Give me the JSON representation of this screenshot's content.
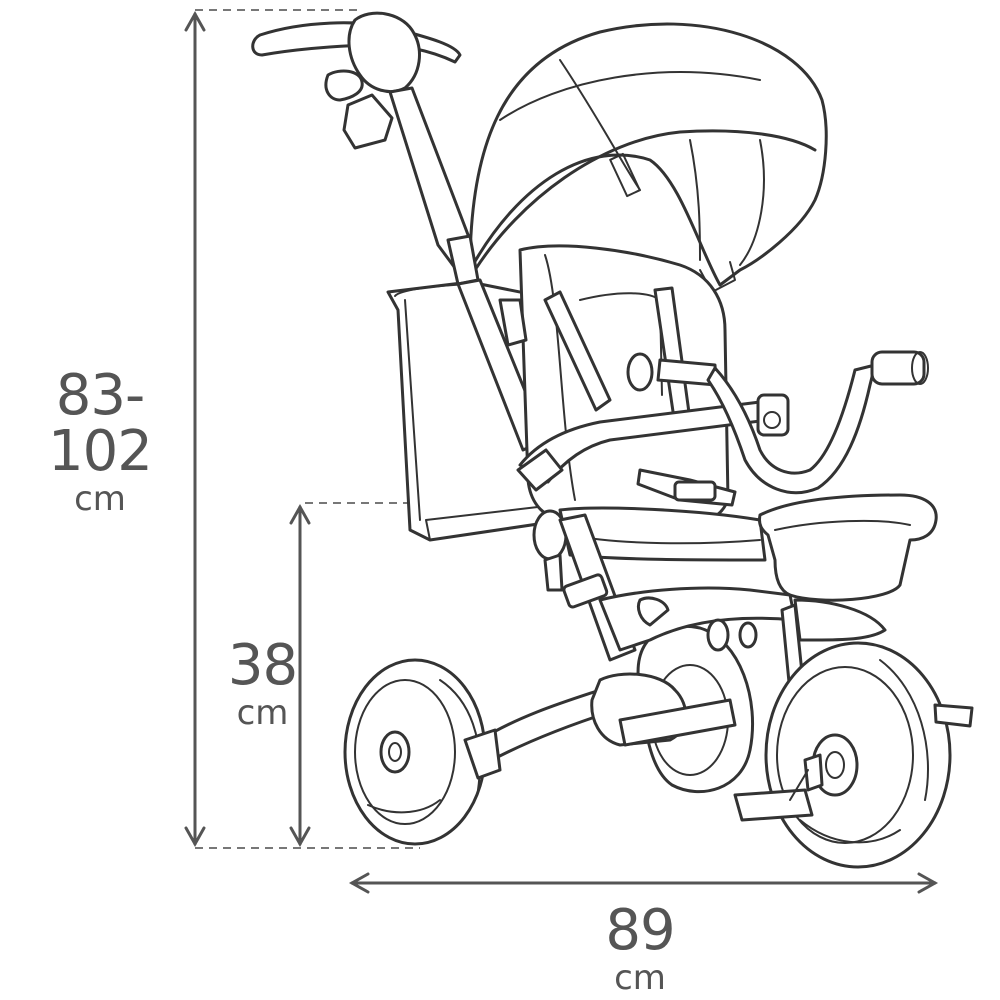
{
  "dimensions": {
    "total_height": {
      "value": "83-102",
      "unit": "cm"
    },
    "seat_height": {
      "value": "38",
      "unit": "cm"
    },
    "length": {
      "value": "89",
      "unit": "cm"
    }
  }
}
